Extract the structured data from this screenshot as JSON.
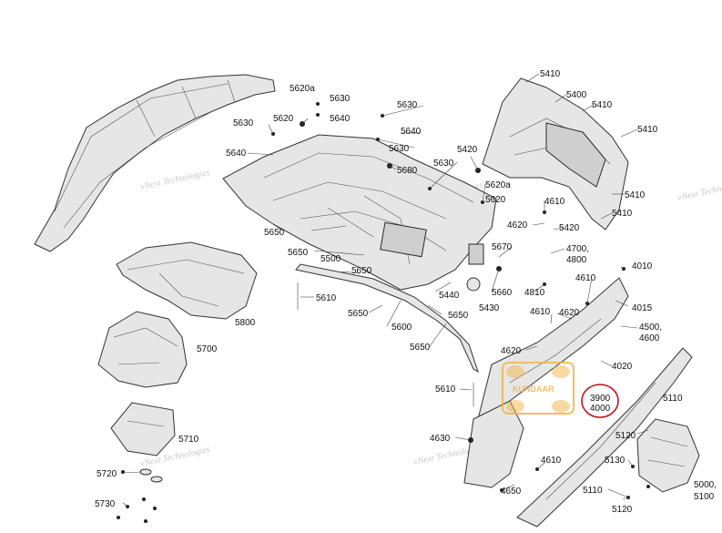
{
  "callouts": {
    "c5620a_top": "5620a",
    "c5630_a": "5630",
    "c5640_a": "5640",
    "c5620": "5620",
    "c5630_b": "5630",
    "c5640_b": "5640",
    "c5630_c": "5630",
    "c5640_c": "5640",
    "c5630_d": "5630",
    "c5680": "5680",
    "c5630_e": "5630",
    "c5420": "5420",
    "c5410_a": "5410",
    "c5400": "5400",
    "c5410_b": "5410",
    "c5410_c": "5410",
    "c5410_d": "5410",
    "c5410_e": "5410",
    "c5620a_b": "5620a",
    "c5620_b": "5620",
    "c4610_a": "4610",
    "c4620_a": "4620",
    "c5420_b": "5420",
    "c4700": "4700,",
    "c4800": "4800",
    "c5670": "5670",
    "c4810": "4810",
    "c5660": "5660",
    "c5650_a": "5650",
    "c5650_b": "5650",
    "c5500": "5500",
    "c5650_c": "5650",
    "c5610_a": "5610",
    "c5650_d": "5650",
    "c5440": "5440",
    "c5430": "5430",
    "c5600": "5600",
    "c5650_e": "5650",
    "c5650_f": "5650",
    "c5800": "5800",
    "c5700": "5700",
    "c4010": "4010",
    "c4015": "4015",
    "c4610_b": "4610",
    "c4610_c": "4610",
    "c4620_b": "4620",
    "c4500": "4500,",
    "c4600": "4600",
    "c4620_c": "4620",
    "c4020": "4020",
    "c5610_b": "5610",
    "c3900": "3900",
    "c4000": "4000",
    "c5110_a": "5110",
    "c5710": "5710",
    "c4630": "4630",
    "c5120_a": "5120",
    "c5130": "5130",
    "c4610_d": "4610",
    "c5720": "5720",
    "c5110_b": "5110",
    "c5000": "5000,",
    "c5100": "5100",
    "c4650": "4650",
    "c5120_b": "5120",
    "c5730": "5730"
  },
  "watermark": {
    "line1": "vNext Technologies"
  },
  "logo": {
    "text": "KUNDAAR"
  },
  "highlight": {
    "color": "#c0151b"
  },
  "colors": {
    "part_fill": "#e6e6e6",
    "outline": "#333333",
    "logo": "#f2b544"
  }
}
